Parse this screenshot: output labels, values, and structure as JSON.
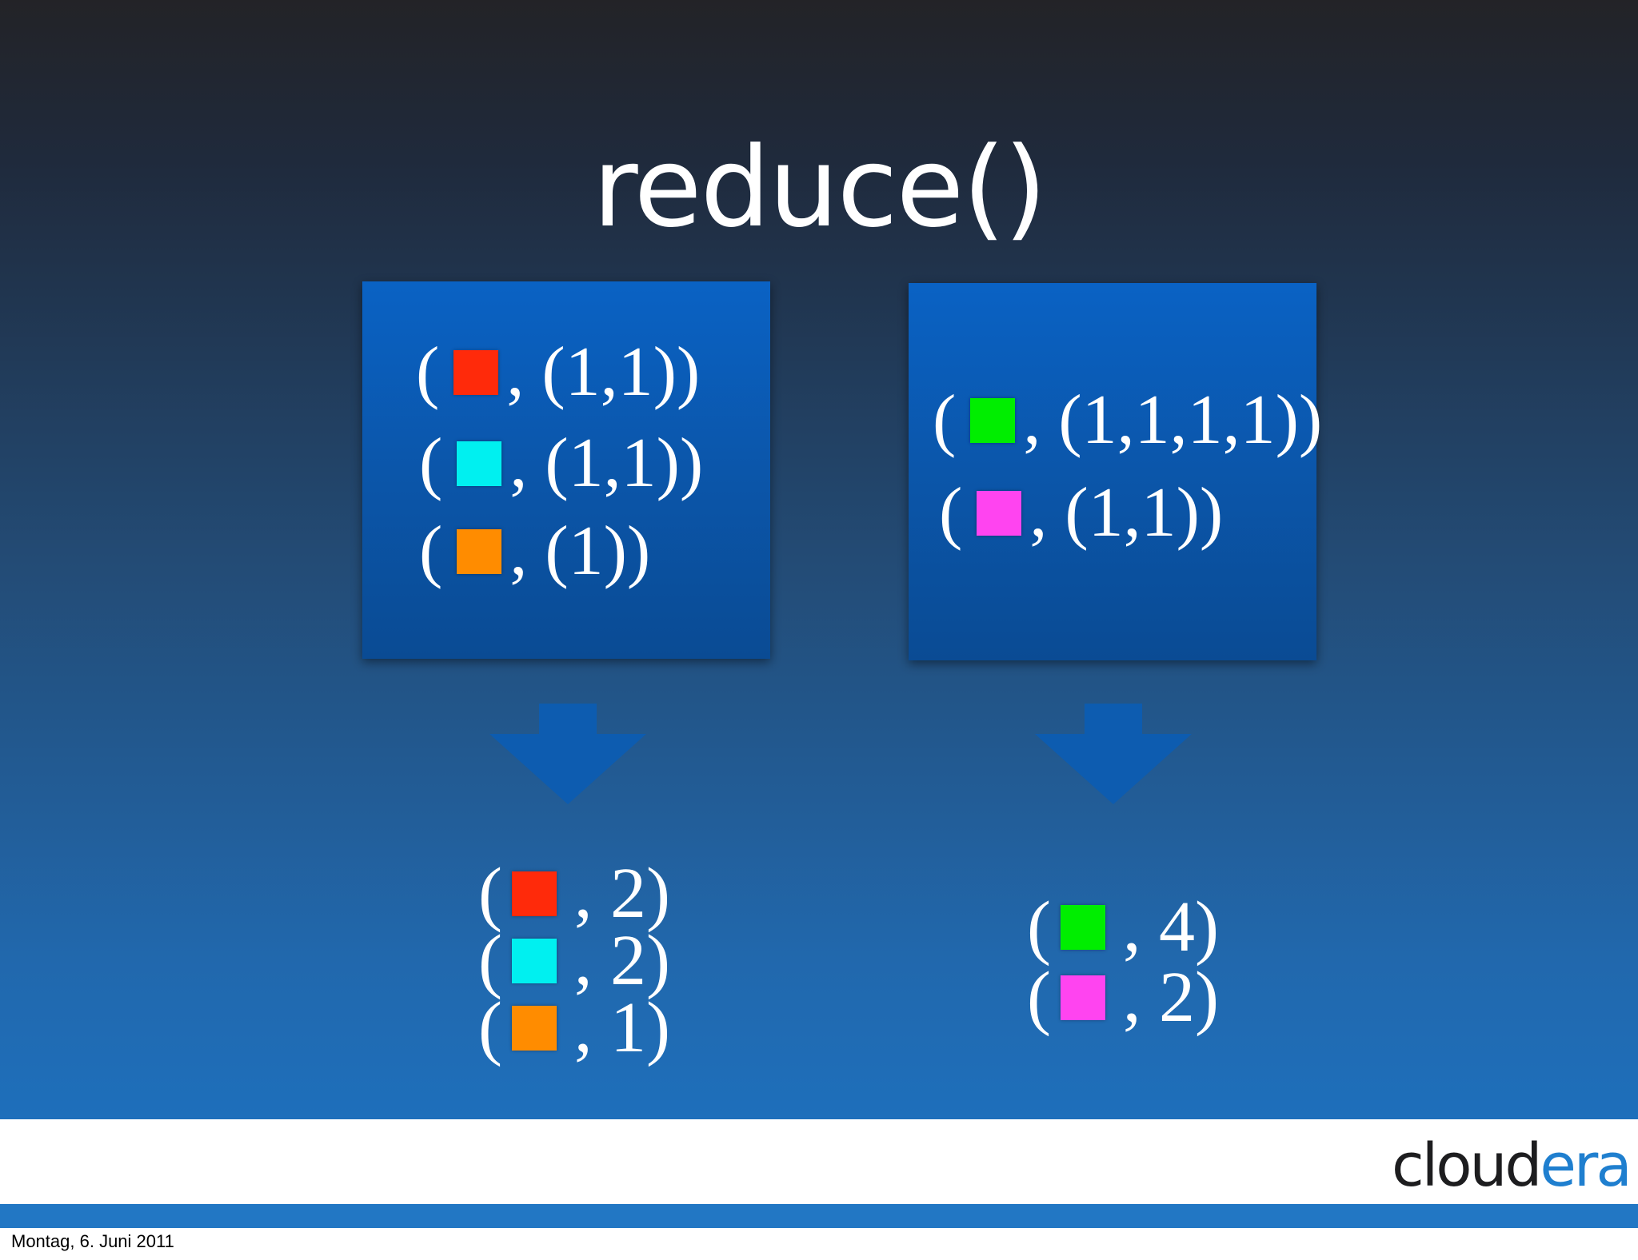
{
  "title": "reduce()",
  "colors": {
    "red": "#ff2a0a",
    "cyan": "#00f0f0",
    "orange": "#ff8c00",
    "green": "#00ee00",
    "magenta": "#ff44f0",
    "box": "#0b58ad",
    "arrow": "#0d5cb0"
  },
  "groups": [
    {
      "pairs": [
        {
          "color": "red",
          "open": "(",
          "values": ", (1,1))"
        },
        {
          "color": "cyan",
          "open": "(",
          "values": ", (1,1))"
        },
        {
          "color": "orange",
          "open": "(",
          "values": ", (1))"
        }
      ]
    },
    {
      "pairs": [
        {
          "color": "green",
          "open": "(",
          "values": ", (1,1,1,1))"
        },
        {
          "color": "magenta",
          "open": "(",
          "values": ", (1,1))"
        }
      ]
    }
  ],
  "results": [
    [
      {
        "color": "red",
        "open": "(",
        "value": ", 2)"
      },
      {
        "color": "cyan",
        "open": "(",
        "value": ", 2)"
      },
      {
        "color": "orange",
        "open": "(",
        "value": ", 1)"
      }
    ],
    [
      {
        "color": "green",
        "open": "(",
        "value": ", 4)"
      },
      {
        "color": "magenta",
        "open": "(",
        "value": ", 2)"
      }
    ]
  ],
  "logo": {
    "part1": "cloud",
    "part2": "era"
  },
  "footer_date": "Montag, 6. Juni 2011"
}
